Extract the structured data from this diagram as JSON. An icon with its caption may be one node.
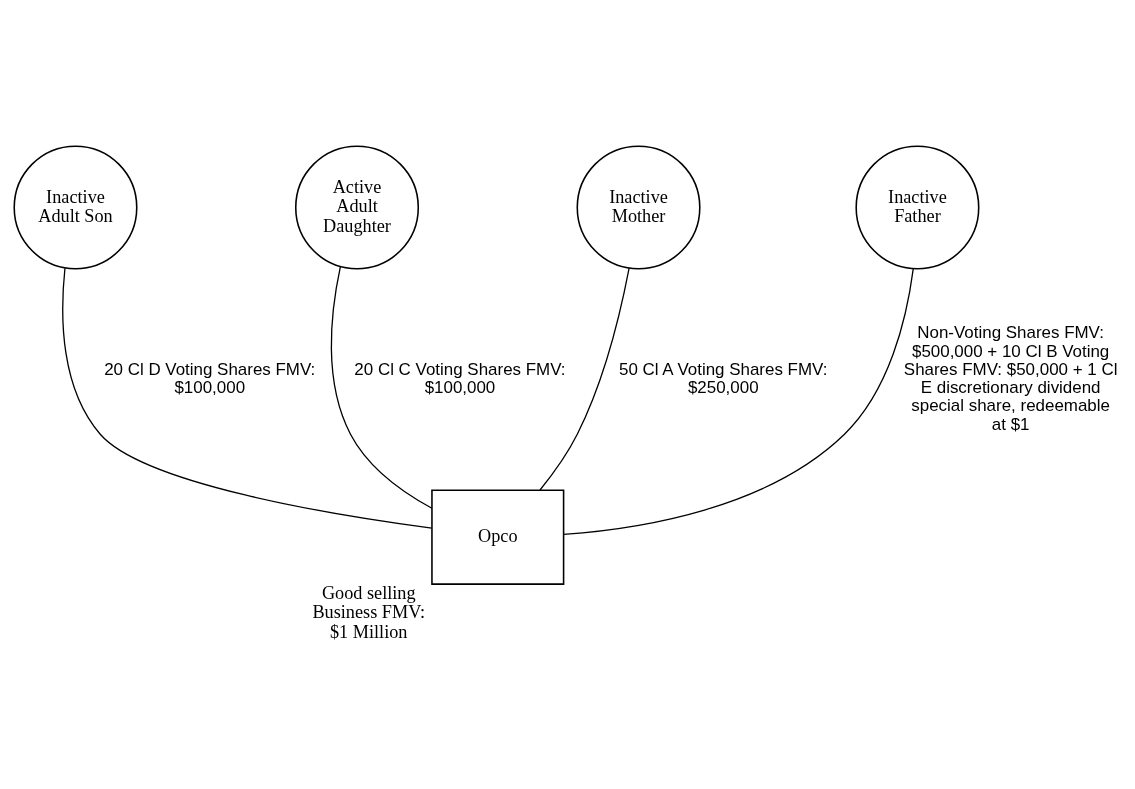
{
  "diagram": {
    "nodes": [
      {
        "text": [
          "Inactive Adult Son"
        ]
      },
      {
        "text": [
          "Active Adult Daughter"
        ]
      },
      {
        "text": [
          "Inactive Mother"
        ]
      },
      {
        "text": [
          "Inactive Father"
        ]
      },
      {
        "text": [
          "Opco"
        ],
        "beside": [
          "Good selling Business FMV: $1 Million"
        ]
      }
    ],
    "edges": [
      {
        "from": 0,
        "to": 4,
        "arrow": "none",
        "label": "20 Cl D Voting Shares FMV: $100,000"
      },
      {
        "from": 1,
        "to": 4,
        "arrow": "none",
        "label": "20 Cl C Voting Shares FMV: $100,000"
      },
      {
        "from": 2,
        "to": 4,
        "arrow": "none",
        "label": "50 Cl A Voting Shares FMV: $250,000"
      },
      {
        "from": 3,
        "to": 4,
        "arrow": "none",
        "label": "Non-Voting Shares FMV: $500,000 + 10 Cl B Voting Shares FMV: $50,000 + 1 Cl E discretionary dividend special share, redeemable at $1"
      }
    ]
  }
}
